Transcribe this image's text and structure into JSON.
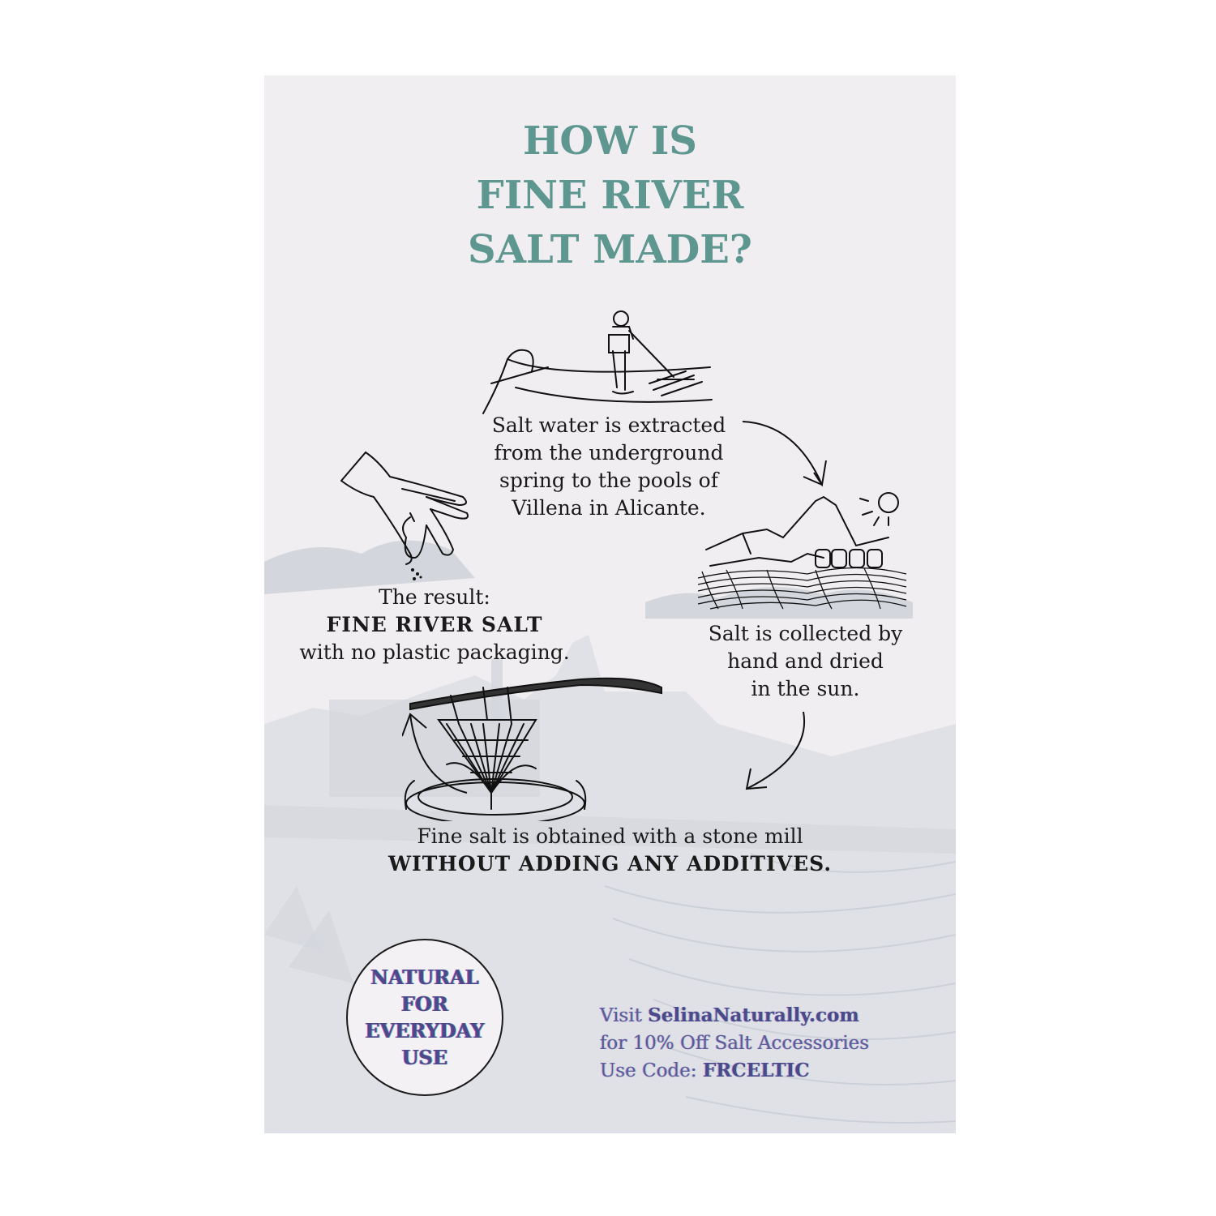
{
  "title": {
    "lines": [
      "HOW IS",
      "FINE RIVER",
      "SALT MADE?"
    ],
    "color": "#5e9690"
  },
  "steps": [
    {
      "id": "extraction",
      "illustration": "worker-raking-salt-pool-icon",
      "lines": [
        "Salt water is extracted",
        "from the underground",
        "spring to the pools of",
        "Villena in Alicante."
      ]
    },
    {
      "id": "collection",
      "illustration": "mountain-sun-salt-bags-icon",
      "lines": [
        "Salt is collected by",
        "hand and dried",
        "in the sun."
      ]
    },
    {
      "id": "milling",
      "illustration": "stone-mill-icon",
      "line": "Fine salt is obtained with a stone mill",
      "emphasis": "WITHOUT ADDING ANY ADDITIVES."
    },
    {
      "id": "result",
      "illustration": "hand-sprinkling-salt-icon",
      "intro": "The result:",
      "emphasis": "FINE RIVER SALT",
      "outro": "with no plastic packaging."
    }
  ],
  "badge": {
    "lines": [
      "NATURAL",
      "FOR",
      "EVERYDAY",
      "USE"
    ],
    "color": "#4a4a8a"
  },
  "promo": {
    "visit_prefix": "Visit ",
    "website": "SelinaNaturally.com",
    "offer": "for 10% Off Salt Accessories",
    "code_prefix": "Use Code: ",
    "code": "FRCELTIC"
  }
}
